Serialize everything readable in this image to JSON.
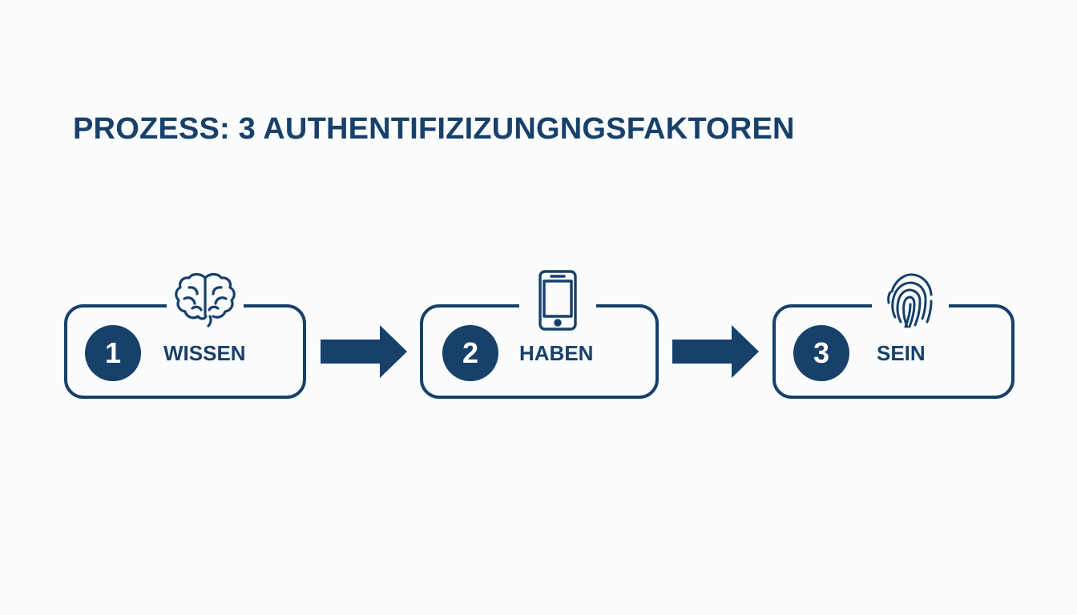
{
  "title": "PROZESS: 3 AUTHENTIFIZIZUNGNGSFAKTOREN",
  "steps": [
    {
      "number": "1",
      "label": "WISSEN",
      "icon": "brain-icon"
    },
    {
      "number": "2",
      "label": "HABEN",
      "icon": "smartphone-icon"
    },
    {
      "number": "3",
      "label": "SEIN",
      "icon": "fingerprint-icon"
    }
  ],
  "colors": {
    "primary": "#17406a",
    "background": "#fbfcfd",
    "badge_text": "#ffffff"
  }
}
